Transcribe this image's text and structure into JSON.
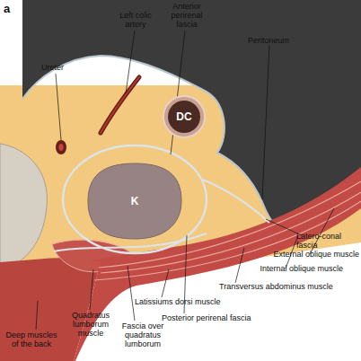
{
  "diagram": {
    "nodes": [
      {
        "text": [
          "DC"
        ]
      },
      {
        "text": [
          "K"
        ]
      }
    ],
    "labels": [
      "a",
      "Ureter",
      "Left colic artery",
      "Anterior perirenal fascia",
      "Peritoneum",
      "Latero-conal fascia",
      "External oblique muscle",
      "Internal oblique muscle",
      "Transversus abdominus muscle",
      "Latissiums dorsi muscle",
      "Posterior perirenal fascia",
      "Quadratus lumborum muscle",
      "Fascia over quadratus lumborum",
      "Deep muscles of the back"
    ]
  }
}
